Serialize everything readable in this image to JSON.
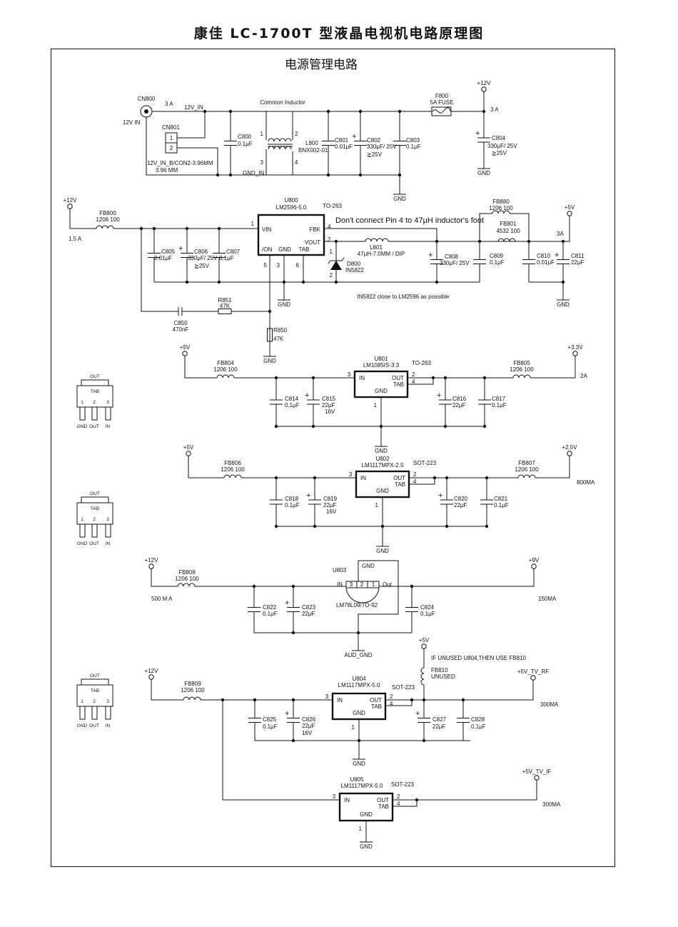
{
  "document": {
    "title": "康佳 LC-1700T 型液晶电视机电路原理图",
    "section_title": "电源管理电路"
  },
  "input_stage": {
    "cn800": {
      "ref": "CN800",
      "label": "12V IN",
      "current": "3 A"
    },
    "net_12v_in": "12V_IN",
    "net_gnd_in": "GND_IN",
    "cn801": {
      "ref": "CN801",
      "pins": [
        "1",
        "2"
      ],
      "desc": "12V_IN_B/CON2-3.96MM",
      "pitch": "3.96 MM"
    },
    "c800": {
      "ref": "C800",
      "value": "0.1μF"
    },
    "l800": {
      "title": "Common Inductor",
      "ref": "L800",
      "value": "BNX002-01",
      "pins": [
        "1",
        "2",
        "3",
        "4"
      ]
    },
    "c801": {
      "ref": "C801",
      "value": "0.01μF"
    },
    "c802": {
      "ref": "C802",
      "value": "330μF/ 25V",
      "rating": "≧25V"
    },
    "c803": {
      "ref": "C803",
      "value": "0.1μF"
    },
    "f800": {
      "ref": "F800",
      "value": "5A FUSE"
    },
    "rail": "+12V",
    "rail_current": "3 A",
    "c804": {
      "ref": "C804",
      "value": "330μF/ 25V",
      "rating": "≧25V"
    },
    "gnd": "GND"
  },
  "buck_stage": {
    "input_rail": "+12V",
    "input_current": "1.5 A",
    "fb800": {
      "ref": "FB800",
      "value": "1206 100"
    },
    "c805": {
      "ref": "C805",
      "value": "0.01μF"
    },
    "c806": {
      "ref": "C806",
      "value": "330μF/ 25V",
      "rating": "≧25V"
    },
    "c807": {
      "ref": "C807",
      "value": "0.1μF"
    },
    "u800": {
      "ref": "U800",
      "part": "LM2596-5.0",
      "package": "TO-263",
      "pins": {
        "vin": "VIN",
        "fbk": "FBK",
        "vout": "VOUT",
        "on": "/ON",
        "gnd": "GND",
        "tab": "TAB"
      },
      "pin_numbers": {
        "vin": "1",
        "fbk": "4",
        "vout": "2",
        "on": "5",
        "gnd": "3",
        "tab": "6"
      }
    },
    "note_pin4": "Don't connect Pin 4 to 47μH inductor's foot",
    "l801": {
      "ref": "L801",
      "value": "47μH-7.0MM / DIP"
    },
    "d800": {
      "ref": "D800",
      "value": "IN5822",
      "pins": [
        "1",
        "2"
      ]
    },
    "note_diode": "IN5822 close to LM2596 as possible",
    "c808": {
      "ref": "C808",
      "value": "330μF/ 25V"
    },
    "c809": {
      "ref": "C809",
      "value": "0.1μF"
    },
    "fb880": {
      "ref": "FB880",
      "value": "1206 100"
    },
    "fb801": {
      "ref": "FB801",
      "value": "4532 100"
    },
    "c810": {
      "ref": "C810",
      "value": "0.01μF"
    },
    "c811": {
      "ref": "C811",
      "value": "22μF"
    },
    "output_rail": "+5V",
    "output_current": "3A",
    "c850": {
      "ref": "C850",
      "value": "470nF"
    },
    "r851": {
      "ref": "R851",
      "value": "47K"
    },
    "r850": {
      "ref": "R850",
      "value": "47K"
    },
    "gnd": "GND"
  },
  "package_diagram": {
    "top": "OUT",
    "tab": "TAB",
    "pin_numbers": [
      "1",
      "2",
      "3"
    ],
    "pin_names": [
      "GND",
      "OUT",
      "IN"
    ]
  },
  "ldo_33": {
    "input_rail": "+5V",
    "fb804": {
      "ref": "FB804",
      "value": "1206 100"
    },
    "c814": {
      "ref": "C814",
      "value": "0.1μF"
    },
    "c815": {
      "ref": "C815",
      "value": "22μF",
      "rating": "16V"
    },
    "u801": {
      "ref": "U801",
      "part": "LM1085IS-3.3",
      "package": "TO-263",
      "pins": {
        "in": "IN",
        "out": "OUT",
        "tab": "TAB",
        "gnd": "GND"
      },
      "pin_numbers": {
        "in": "3",
        "out": "2",
        "tab": "4",
        "gnd": "1"
      }
    },
    "c816": {
      "ref": "C816",
      "value": "22μF"
    },
    "c817": {
      "ref": "C817",
      "value": "0.1μF"
    },
    "fb805": {
      "ref": "FB805",
      "value": "1206 100"
    },
    "output_rail": "+3.3V",
    "output_current": "2A",
    "gnd": "GND"
  },
  "ldo_25": {
    "input_rail": "+5V",
    "fb806": {
      "ref": "FB806",
      "value": "1206 100"
    },
    "c818": {
      "ref": "C818",
      "value": "0.1μF"
    },
    "c819": {
      "ref": "C819",
      "value": "22μF",
      "rating": "16V"
    },
    "u802": {
      "ref": "U802",
      "part": "LM1117MPX-2.5",
      "package": "SOT-223",
      "pins": {
        "in": "IN",
        "out": "OUT",
        "tab": "TAB",
        "gnd": "GND"
      },
      "pin_numbers": {
        "in": "3",
        "out": "2",
        "tab": "4",
        "gnd": "1"
      }
    },
    "c820": {
      "ref": "C820",
      "value": "22μF"
    },
    "c821": {
      "ref": "C821",
      "value": "0.1μF"
    },
    "fb807": {
      "ref": "FB807",
      "value": "1206 100"
    },
    "output_rail": "+2.5V",
    "output_current": "800MA",
    "gnd": "GND"
  },
  "reg_9v": {
    "input_rail": "+12V",
    "input_current": "500 M A",
    "fb808": {
      "ref": "FB808",
      "value": "1206 100"
    },
    "c822": {
      "ref": "C822",
      "value": "0.1μF"
    },
    "c823": {
      "ref": "C823",
      "value": "22μF"
    },
    "u803": {
      "ref": "U803",
      "part": "LM78L09/TO-92",
      "pin_in": "IN",
      "pin_out": "Out",
      "pin_gnd": "GND",
      "pin_numbers": [
        "3",
        "2",
        "1"
      ]
    },
    "c824": {
      "ref": "C824",
      "value": "0.1μF"
    },
    "output_rail": "+9V",
    "output_current": "150MA",
    "gnd": "AUD_GND"
  },
  "ldo_5v_rf": {
    "input_rail": "+12V",
    "fb809": {
      "ref": "FB809",
      "value": "1206 100"
    },
    "c825": {
      "ref": "C825",
      "value": "0.1μF"
    },
    "c826": {
      "ref": "C826",
      "value": "22μF",
      "rating": "16V"
    },
    "u804": {
      "ref": "U804",
      "part": "LM1117MPX-5.0",
      "package": "SOT-223",
      "pins": {
        "in": "IN",
        "out": "OUT",
        "tab": "TAB",
        "gnd": "GND"
      },
      "pin_numbers": {
        "in": "3",
        "out": "2",
        "tab": "4",
        "gnd": "1"
      }
    },
    "bypass_rail": "+5V",
    "note": "IF UNUSED U804,THEN USE FB810",
    "fb810": {
      "ref": "FB810",
      "value": "UNUSED"
    },
    "c827": {
      "ref": "C827",
      "value": "22μF"
    },
    "c828": {
      "ref": "C828",
      "value": "0.1μF"
    },
    "output_rail": "+5V_TV_RF",
    "output_current": "300MA",
    "gnd": "GND"
  },
  "ldo_5v_if": {
    "u805": {
      "ref": "U805",
      "part": "LM1117MPX-5.0",
      "package": "SOT-223",
      "pins": {
        "in": "IN",
        "out": "OUT",
        "tab": "TAB",
        "gnd": "GND"
      },
      "pin_numbers": {
        "in": "3",
        "out": "2",
        "tab": "4",
        "gnd": "1"
      }
    },
    "output_rail": "+5V_TV_IF",
    "output_current": "300MA",
    "gnd": "GND"
  }
}
